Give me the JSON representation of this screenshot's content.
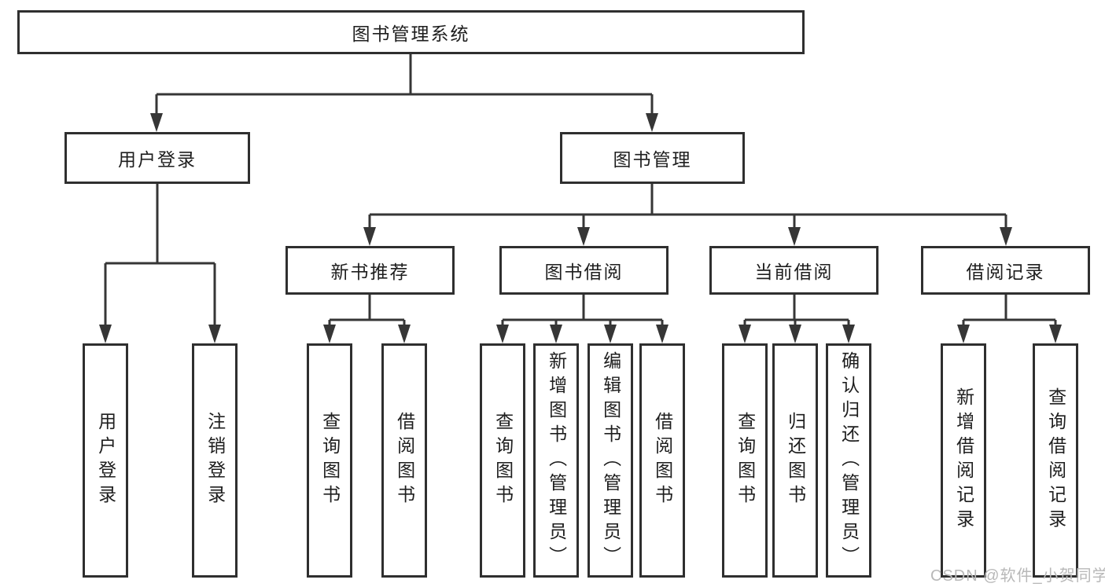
{
  "diagram": {
    "title": "图书管理系统",
    "branches": [
      {
        "label": "用户登录",
        "children": [
          {
            "label": "用户登录"
          },
          {
            "label": "注销登录"
          }
        ]
      },
      {
        "label": "图书管理",
        "children": [
          {
            "label": "新书推荐",
            "children": [
              {
                "label": "查询图书"
              },
              {
                "label": "借阅图书"
              }
            ]
          },
          {
            "label": "图书借阅",
            "children": [
              {
                "label": "查询图书"
              },
              {
                "label": "新增图书（管理员）"
              },
              {
                "label": "编辑图书（管理员）"
              },
              {
                "label": "借阅图书"
              }
            ]
          },
          {
            "label": "当前借阅",
            "children": [
              {
                "label": "查询图书"
              },
              {
                "label": "归还图书"
              },
              {
                "label": "确认归还（管理员）"
              }
            ]
          },
          {
            "label": "借阅记录",
            "children": [
              {
                "label": "新增借阅记录"
              },
              {
                "label": "查询借阅记录"
              }
            ]
          }
        ]
      }
    ]
  },
  "watermark": {
    "text": "CSDN @软件_小贺同学"
  },
  "colors": {
    "line": "#363636",
    "border": "#2f2f2f",
    "text": "#1e1e1e",
    "background": "#ffffff",
    "watermark": "#b8b8b8"
  }
}
